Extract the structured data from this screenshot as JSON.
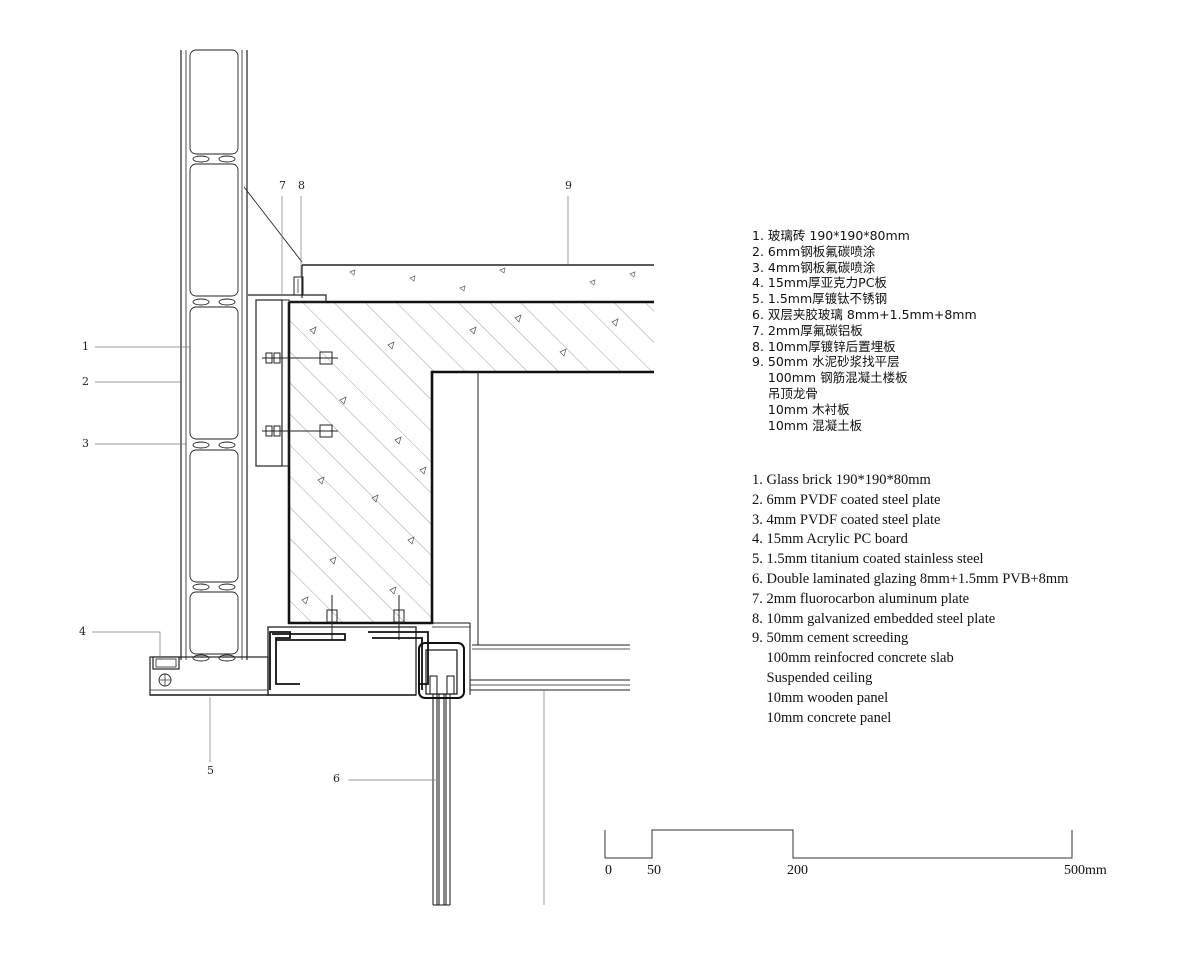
{
  "callouts": {
    "n1": "1",
    "n2": "2",
    "n3": "3",
    "n4": "4",
    "n5": "5",
    "n6": "6",
    "n7": "7",
    "n8": "8",
    "n9": "9"
  },
  "legend_cn": [
    "1. 玻璃砖 190*190*80mm",
    "2. 6mm钢板氟碳喷涂",
    "3. 4mm钢板氟碳喷涂",
    "4. 15mm厚亚克力PC板",
    "5. 1.5mm厚镀钛不锈钢",
    "6. 双层夹胶玻璃 8mm+1.5mm+8mm",
    "7. 2mm厚氟碳铝板",
    "8. 10mm厚镀锌后置埋板",
    "9. 50mm 水泥砂浆找平层",
    "    100mm 钢筋混凝土楼板",
    "    吊顶龙骨",
    "    10mm 木衬板",
    "    10mm 混凝土板"
  ],
  "legend_en": [
    "1. Glass brick 190*190*80mm",
    "2. 6mm PVDF coated steel plate",
    "3. 4mm PVDF coated steel plate",
    "4. 15mm Acrylic PC board",
    "5. 1.5mm titanium coated stainless steel",
    "6. Double laminated glazing 8mm+1.5mm PVB+8mm",
    "7. 2mm fluorocarbon aluminum plate",
    "8. 10mm galvanized embedded steel plate",
    "9. 50mm cement screeding",
    "    100mm reinfocred concrete slab",
    "    Suspended ceiling",
    "    10mm wooden panel",
    "    10mm concrete panel"
  ],
  "scale_bar": {
    "labels": [
      "0",
      "50",
      "200",
      "500mm"
    ]
  }
}
